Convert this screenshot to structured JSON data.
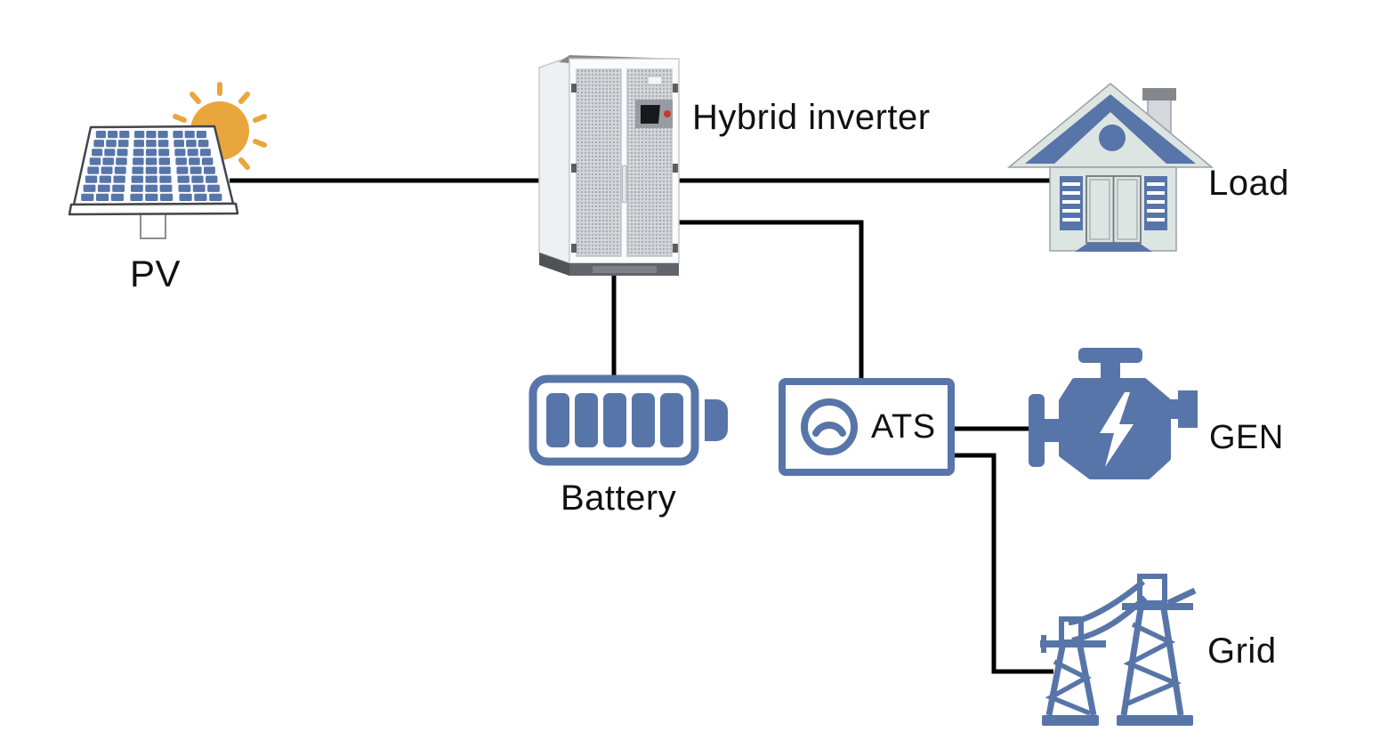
{
  "diagram": {
    "nodes": {
      "pv": {
        "label": "PV"
      },
      "inverter": {
        "label": "Hybrid inverter"
      },
      "load": {
        "label": "Load"
      },
      "battery": {
        "label": "Battery"
      },
      "ats": {
        "label": "ATS"
      },
      "gen": {
        "label": "GEN"
      },
      "grid": {
        "label": "Grid"
      }
    },
    "connections": [
      {
        "from": "PV",
        "to": "Hybrid inverter"
      },
      {
        "from": "Hybrid inverter",
        "to": "Load"
      },
      {
        "from": "Hybrid inverter",
        "to": "Battery"
      },
      {
        "from": "Hybrid inverter",
        "to": "ATS"
      },
      {
        "from": "ATS",
        "to": "GEN"
      },
      {
        "from": "ATS",
        "to": "Grid"
      }
    ]
  },
  "colors": {
    "accent": "#5875A9",
    "sun": "#E9A63C",
    "wire": "#000000",
    "house_body": "#DCE5E1",
    "house_outline": "#9AA0A5",
    "screen_red": "#C43C2B",
    "text": "#111111"
  }
}
